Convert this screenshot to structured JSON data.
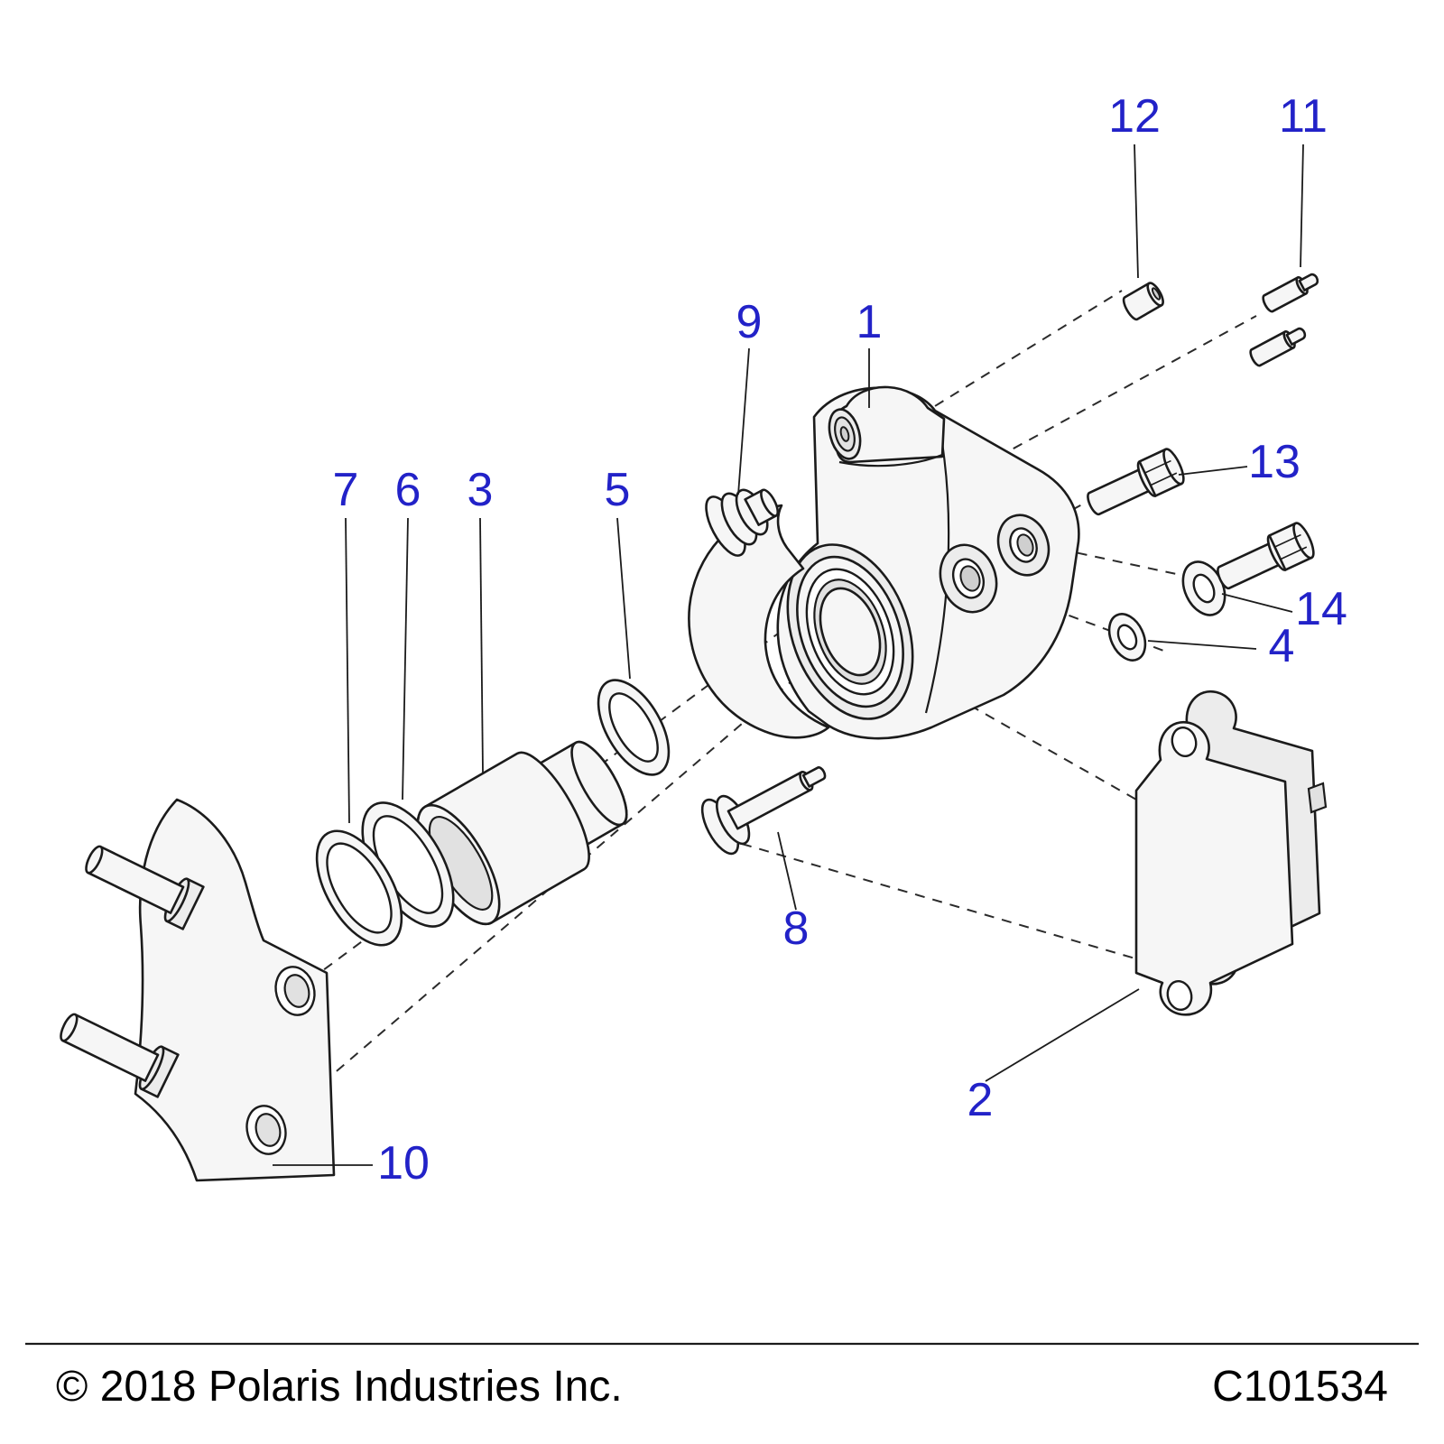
{
  "diagram": {
    "callouts": [
      "1",
      "2",
      "3",
      "4",
      "5",
      "6",
      "7",
      "8",
      "9",
      "10",
      "11",
      "12",
      "13",
      "14"
    ],
    "footer": {
      "copyright": "© 2018 Polaris Industries Inc.",
      "drawing_code": "C101534"
    },
    "colors": {
      "callout_blue": "#2222c8",
      "line_black": "#1b1b1b"
    }
  }
}
